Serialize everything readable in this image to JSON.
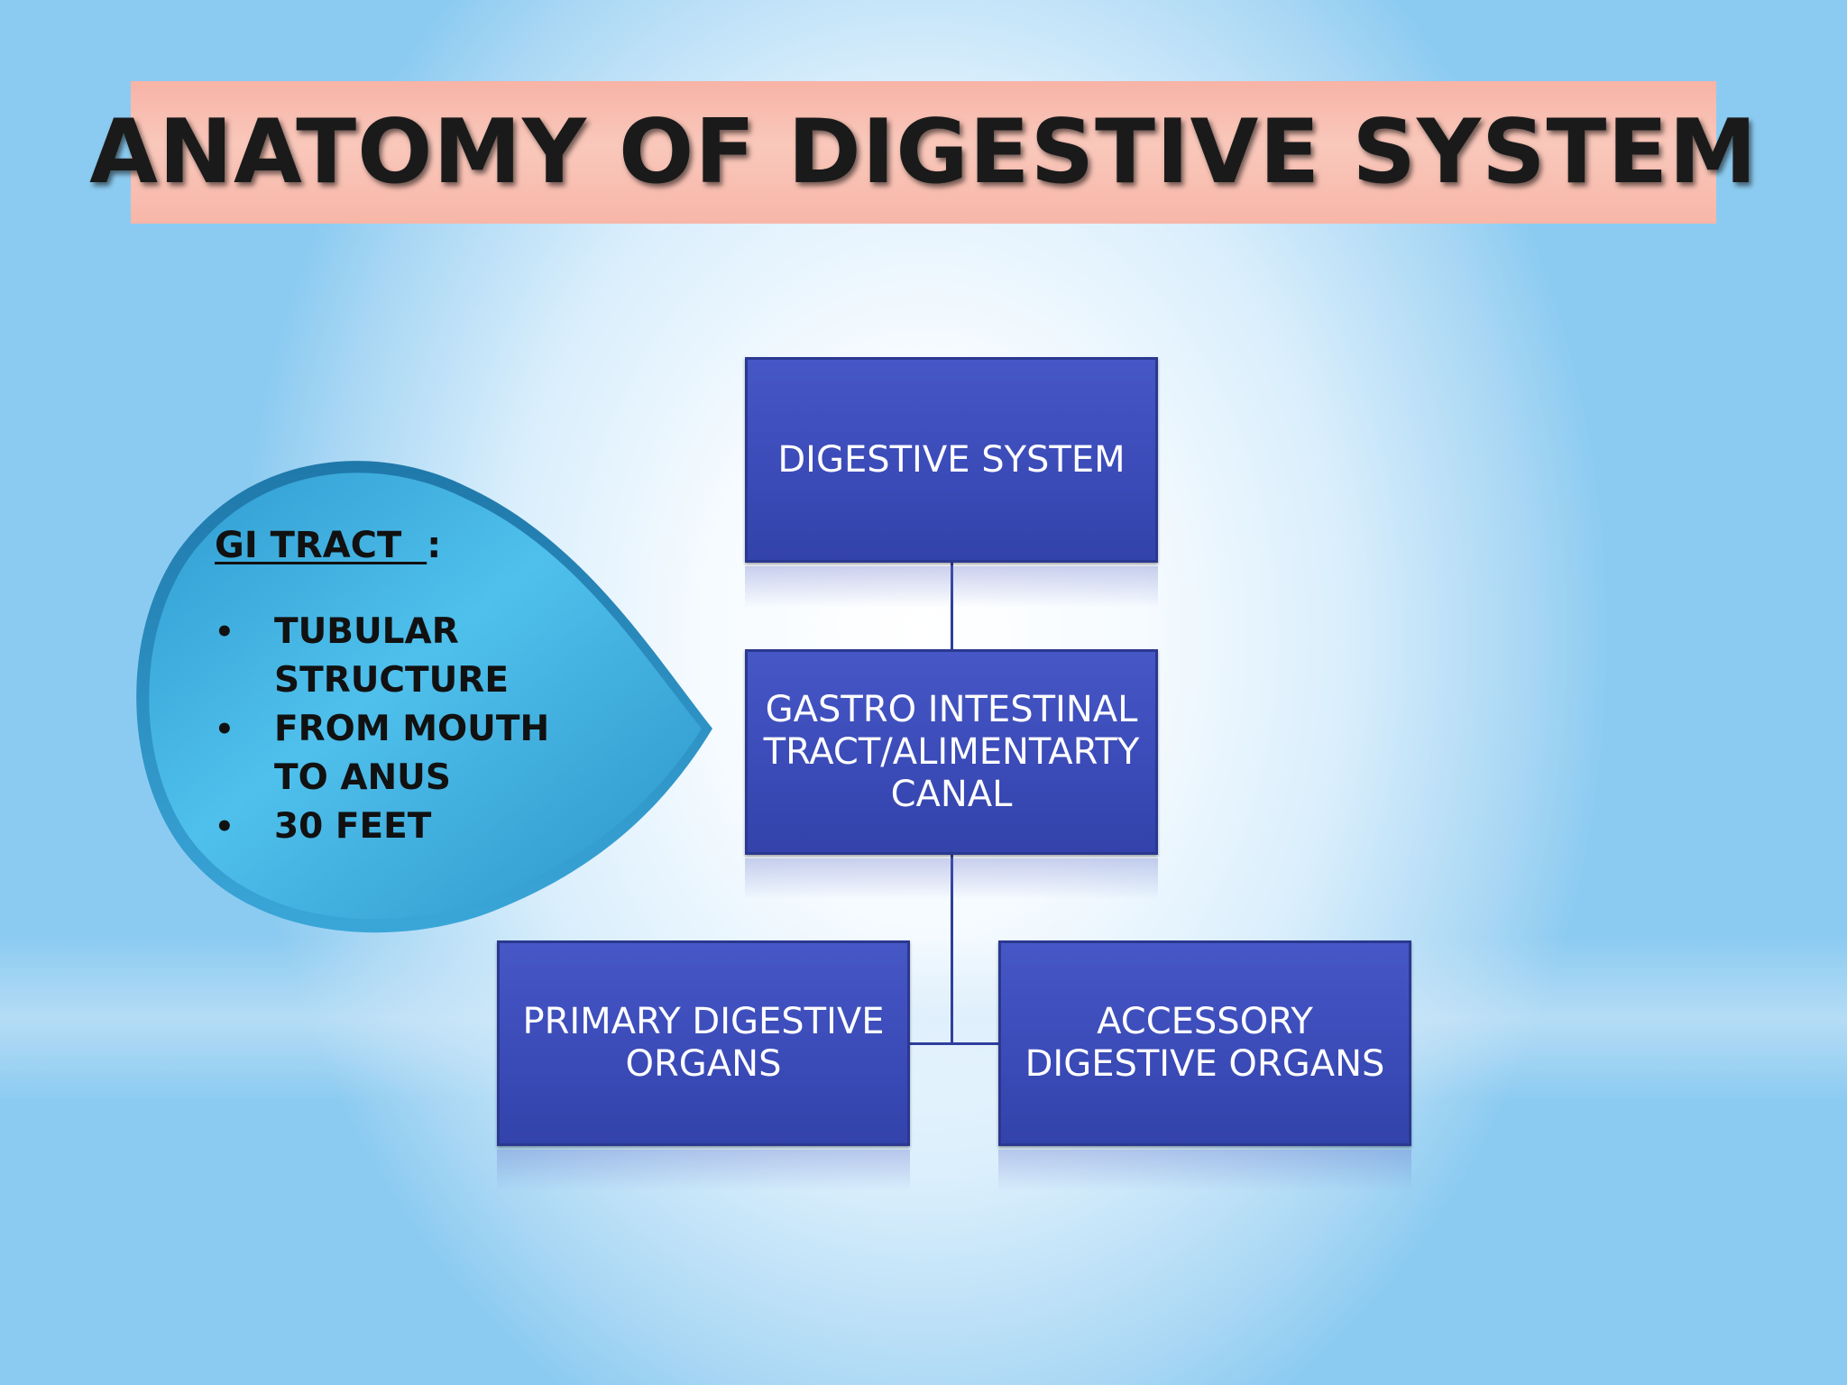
{
  "slide": {
    "title": "ANATOMY OF DIGESTIVE SYSTEM"
  },
  "callout": {
    "heading_underlined": "GI TRACT  ",
    "heading_colon": ":",
    "bullet_glyph": "•",
    "bullets": [
      "TUBULAR STRUCTURE",
      "FROM MOUTH TO ANUS",
      "30 FEET"
    ]
  },
  "diagram": {
    "nodes": {
      "root": "DIGESTIVE SYSTEM",
      "middle": "GASTRO INTESTINAL TRACT/ALIMENTARTY CANAL",
      "left": "PRIMARY DIGESTIVE ORGANS",
      "right": "ACCESSORY DIGESTIVE ORGANS"
    }
  },
  "colors": {
    "title_band": "#f9c8bb",
    "callout_fill": "#45b8e6",
    "box_fill": "#3b4bb8",
    "box_text": "#ffffff"
  }
}
